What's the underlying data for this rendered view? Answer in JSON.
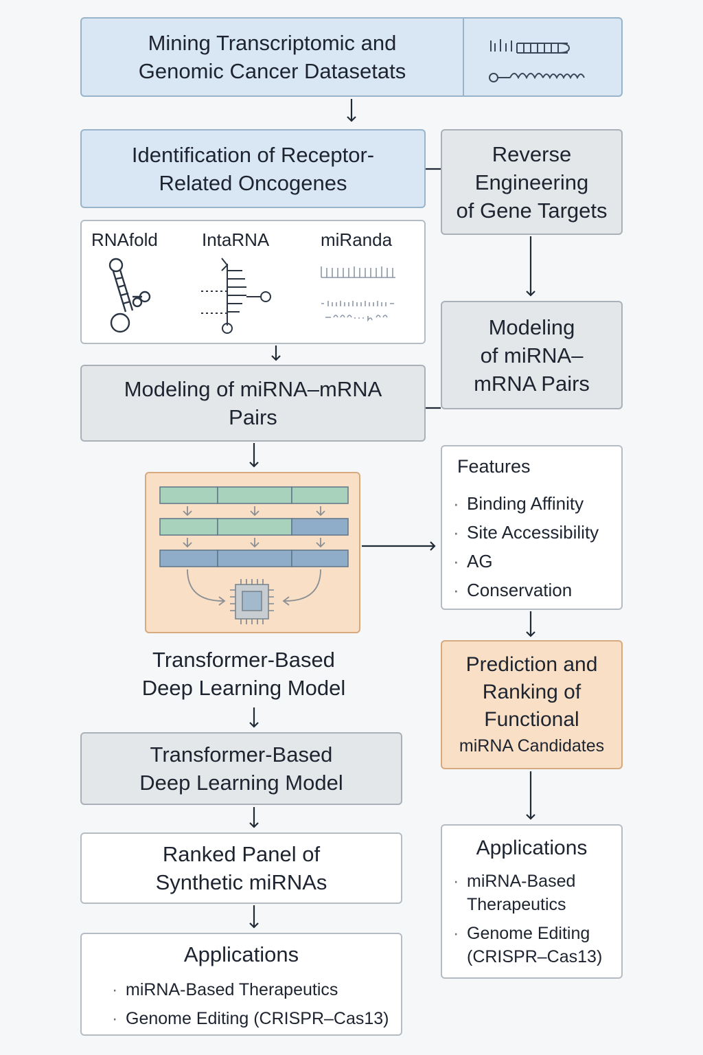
{
  "top_box": {
    "line1": "Mining Transcriptomic and",
    "line2": "Genomic Cancer Datasetats"
  },
  "identification": {
    "line1": "Identification of Receptor-",
    "line2": "Related Oncogenes"
  },
  "reverse": {
    "line1": "Reverse",
    "line2": "Engineering",
    "line3": "of Gene Targets"
  },
  "tools": {
    "tool1": "RNAfold",
    "tool2": "IntaRNA",
    "tool3": "miRanda"
  },
  "modeling_left": {
    "line1": "Modeling of miRNA–mRNA",
    "line2": "Pairs"
  },
  "modeling_right": {
    "line1": "Modeling",
    "line2": "of miRNA–",
    "line3": "mRNA Pairs"
  },
  "features": {
    "title": "Features",
    "items": [
      "Binding Affinity",
      "Site Accessibility",
      "AG",
      "Conservation"
    ]
  },
  "transformer_caption": {
    "line1": "Transformer-Based",
    "line2": "Deep Learning Model"
  },
  "transformer_box": {
    "line1": "Transformer-Based",
    "line2": "Deep Learning Model"
  },
  "prediction": {
    "line1": "Prediction and",
    "line2": "Ranking of",
    "line3": "Functional",
    "line4": "miRNA Candidates"
  },
  "ranked": {
    "line1": "Ranked Panel of",
    "line2": "Synthetic miRNAs"
  },
  "applications_left": {
    "title": "Applications",
    "items": [
      "miRNA-Based Therapeutics",
      "Genome Editing (CRISPR–Cas13)"
    ]
  },
  "applications_right": {
    "title": "Applications",
    "item1_line1": "miRNA-Based",
    "item1_line2": "Therapeutics",
    "item2_line1": "Genome Editing",
    "item2_line2": "(CRISPR–Cas13)"
  },
  "colors": {
    "blue_fill": "#d8e7f3",
    "gray_fill": "#e4e7ea",
    "orange_fill": "#f8dfc5",
    "green_token": "#a9d2bc",
    "blue_token": "#8fadc8",
    "arrow": "#1f2a36"
  },
  "icons": [
    "rna-strand-icon",
    "rna-hairpin-icon",
    "duplex-icon",
    "alignment-icon",
    "chip-icon"
  ]
}
